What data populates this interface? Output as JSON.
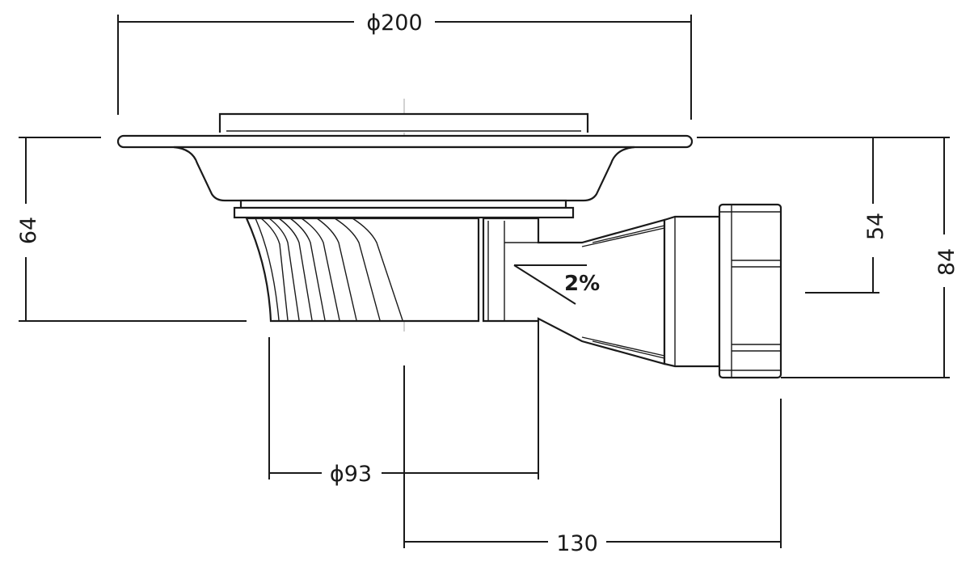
{
  "dimensions": {
    "flange_diameter": "ϕ200",
    "outlet_body_diameter": "ϕ93",
    "outlet_length": "130",
    "overall_height_left": "64",
    "outlet_center_height": "54",
    "overall_height_right": "84"
  },
  "slope_label": "2%",
  "colors": {
    "line": "#1a1a1a",
    "centerline": "#b4b4b4",
    "background": "#ffffff"
  }
}
